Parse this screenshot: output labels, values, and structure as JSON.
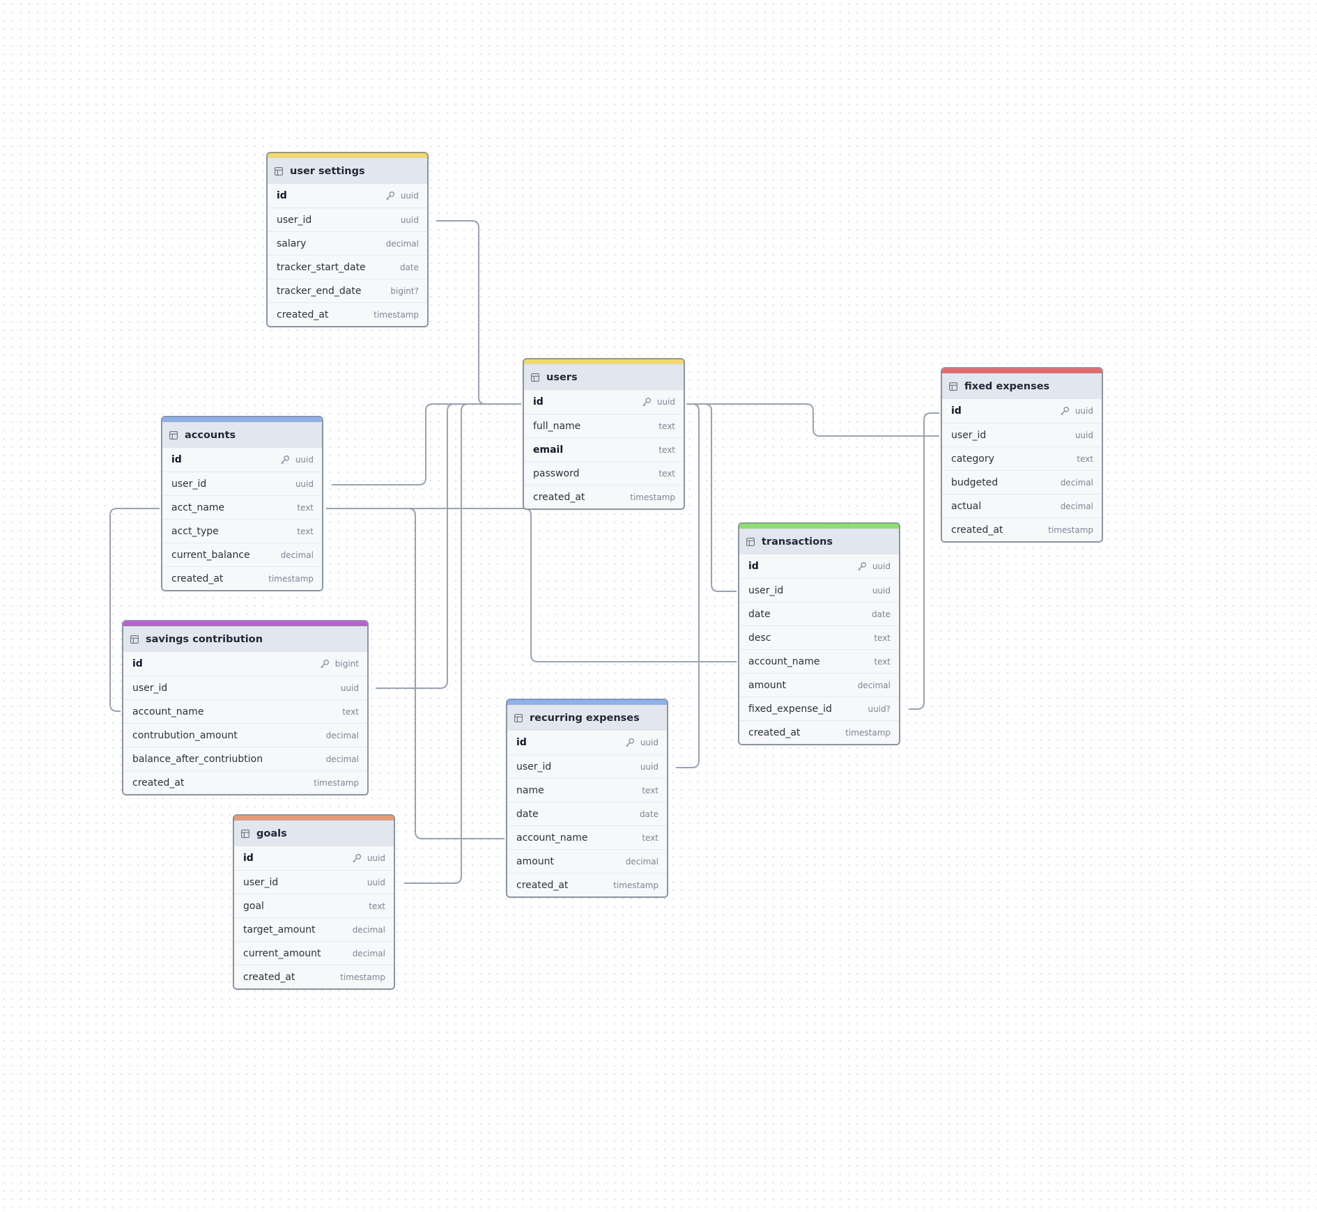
{
  "colors": {
    "yellow": "#f5d96b",
    "blue": "#8fb0ea",
    "red": "#e9676b",
    "green": "#8fde72",
    "purple": "#b861cf",
    "orange": "#ea9a74",
    "edge": "#98a2b3",
    "border": "#8b95a3",
    "header": "#e2e6ee"
  },
  "icons": {
    "table": "table-icon",
    "primary_key": "key-icon"
  },
  "tables": [
    {
      "id": "user_settings",
      "name": "user settings",
      "accent": "yellow",
      "columns": [
        {
          "name": "id",
          "type": "uuid",
          "pk": true
        },
        {
          "name": "user_id",
          "type": "uuid"
        },
        {
          "name": "salary",
          "type": "decimal"
        },
        {
          "name": "tracker_start_date",
          "type": "date"
        },
        {
          "name": "tracker_end_date",
          "type": "bigint?"
        },
        {
          "name": "created_at",
          "type": "timestamp"
        }
      ]
    },
    {
      "id": "users",
      "name": "users",
      "accent": "yellow",
      "columns": [
        {
          "name": "id",
          "type": "uuid",
          "pk": true
        },
        {
          "name": "full_name",
          "type": "text"
        },
        {
          "name": "email",
          "type": "text",
          "bold": true
        },
        {
          "name": "password",
          "type": "text"
        },
        {
          "name": "created_at",
          "type": "timestamp"
        }
      ]
    },
    {
      "id": "accounts",
      "name": "accounts",
      "accent": "blue",
      "columns": [
        {
          "name": "id",
          "type": "uuid",
          "pk": true
        },
        {
          "name": "user_id",
          "type": "uuid"
        },
        {
          "name": "acct_name",
          "type": "text"
        },
        {
          "name": "acct_type",
          "type": "text"
        },
        {
          "name": "current_balance",
          "type": "decimal"
        },
        {
          "name": "created_at",
          "type": "timestamp"
        }
      ]
    },
    {
      "id": "fixed_expenses",
      "name": "fixed expenses",
      "accent": "red",
      "columns": [
        {
          "name": "id",
          "type": "uuid",
          "pk": true
        },
        {
          "name": "user_id",
          "type": "uuid"
        },
        {
          "name": "category",
          "type": "text"
        },
        {
          "name": "budgeted",
          "type": "decimal"
        },
        {
          "name": "actual",
          "type": "decimal"
        },
        {
          "name": "created_at",
          "type": "timestamp"
        }
      ]
    },
    {
      "id": "transactions",
      "name": "transactions",
      "accent": "green",
      "columns": [
        {
          "name": "id",
          "type": "uuid",
          "pk": true
        },
        {
          "name": "user_id",
          "type": "uuid"
        },
        {
          "name": "date",
          "type": "date"
        },
        {
          "name": "desc",
          "type": "text"
        },
        {
          "name": "account_name",
          "type": "text"
        },
        {
          "name": "amount",
          "type": "decimal"
        },
        {
          "name": "fixed_expense_id",
          "type": "uuid?"
        },
        {
          "name": "created_at",
          "type": "timestamp"
        }
      ]
    },
    {
      "id": "savings_contribution",
      "name": "savings contribution",
      "accent": "purple",
      "columns": [
        {
          "name": "id",
          "type": "bigint",
          "pk": true
        },
        {
          "name": "user_id",
          "type": "uuid"
        },
        {
          "name": "account_name",
          "type": "text"
        },
        {
          "name": "contrubution_amount",
          "type": "decimal"
        },
        {
          "name": "balance_after_contriubtion",
          "type": "decimal"
        },
        {
          "name": "created_at",
          "type": "timestamp"
        }
      ]
    },
    {
      "id": "recurring_expenses",
      "name": "recurring expenses",
      "accent": "blue",
      "columns": [
        {
          "name": "id",
          "type": "uuid",
          "pk": true
        },
        {
          "name": "user_id",
          "type": "uuid"
        },
        {
          "name": "name",
          "type": "text"
        },
        {
          "name": "date",
          "type": "date"
        },
        {
          "name": "account_name",
          "type": "text"
        },
        {
          "name": "amount",
          "type": "decimal"
        },
        {
          "name": "created_at",
          "type": "timestamp"
        }
      ]
    },
    {
      "id": "goals",
      "name": "goals",
      "accent": "orange",
      "columns": [
        {
          "name": "id",
          "type": "uuid",
          "pk": true
        },
        {
          "name": "user_id",
          "type": "uuid"
        },
        {
          "name": "goal",
          "type": "text"
        },
        {
          "name": "target_amount",
          "type": "decimal"
        },
        {
          "name": "current_amount",
          "type": "decimal"
        },
        {
          "name": "created_at",
          "type": "timestamp"
        }
      ]
    }
  ],
  "relationships": [
    {
      "from": "user_settings.user_id",
      "to": "users.id"
    },
    {
      "from": "accounts.user_id",
      "to": "users.id"
    },
    {
      "from": "savings_contribution.user_id",
      "to": "users.id"
    },
    {
      "from": "goals.user_id",
      "to": "users.id"
    },
    {
      "from": "recurring_expenses.user_id",
      "to": "users.id"
    },
    {
      "from": "transactions.user_id",
      "to": "users.id"
    },
    {
      "from": "fixed_expenses.user_id",
      "to": "users.id"
    },
    {
      "from": "transactions.account_name",
      "to": "accounts.acct_name"
    },
    {
      "from": "savings_contribution.account_name",
      "to": "accounts.acct_name"
    },
    {
      "from": "recurring_expenses.account_name",
      "to": "accounts.acct_name"
    },
    {
      "from": "transactions.fixed_expense_id",
      "to": "fixed_expenses.id"
    }
  ]
}
